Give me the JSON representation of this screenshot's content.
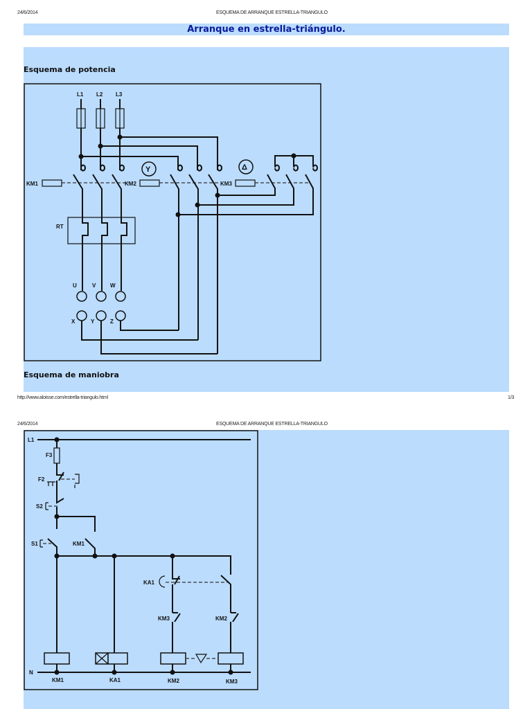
{
  "page1": {
    "header_date": "24/6/2014",
    "header_title": "ESQUEMA DE ARRANQUE ESTRELLA-TRIANGULO",
    "title": "Arranque en estrella-triángulo.",
    "section_power": "Esquema de potencia",
    "section_control": "Esquema de maniobra",
    "footer_url": "http://www.aloisse.com/estrella-triangulo.html",
    "footer_page": "1/3"
  },
  "page2": {
    "header_date": "24/6/2014",
    "header_title": "ESQUEMA DE ARRANQUE ESTRELLA-TRIANGULO"
  },
  "power_diagram": {
    "phases": [
      "L1",
      "L2",
      "L3"
    ],
    "contactors": [
      "KM1",
      "KM2",
      "KM3"
    ],
    "star_symbol": "Y",
    "delta_symbol": "Δ",
    "relay": "RT",
    "motor_terminals_top": [
      "U",
      "V",
      "W"
    ],
    "motor_terminals_bottom": [
      "X",
      "Y",
      "Z"
    ]
  },
  "control_diagram": {
    "line": "L1",
    "neutral": "N",
    "fuse": "F3",
    "thermal_contact": "F2",
    "stop_button": "S2",
    "start_button": "S1",
    "self_hold": "KM1",
    "timer_contact": "KA1",
    "interlock_left": "KM3",
    "interlock_right": "KM2",
    "coils": [
      "KM1",
      "KA1",
      "KM2",
      "KM3"
    ]
  }
}
